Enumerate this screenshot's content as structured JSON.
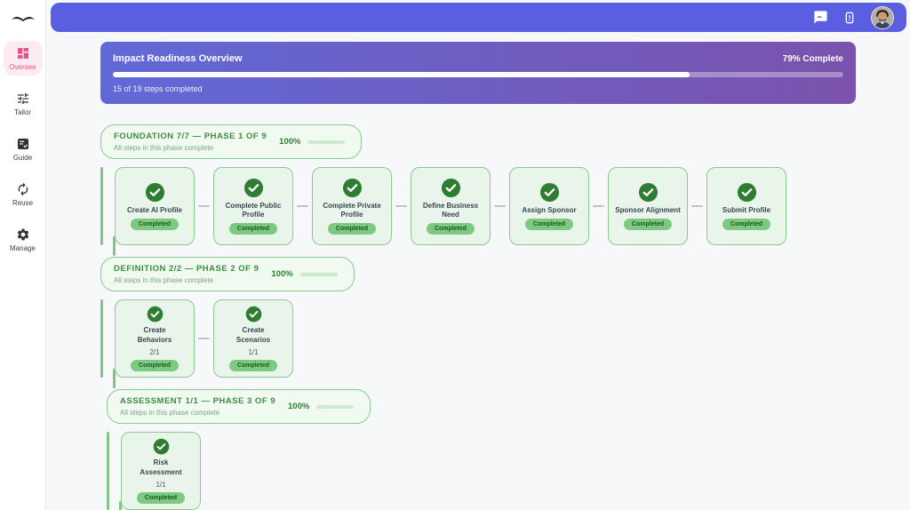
{
  "app": {
    "name": "bird-logo"
  },
  "colors": {
    "topbar_indigo": "#5a5fe1",
    "banner_gradient_left": "#6169d7",
    "banner_gradient_right": "#7b52ac",
    "active_pink": "#e8548a",
    "green_dark": "#2e7d32",
    "green_border": "#8cc98f",
    "card_bg": "#e9f5ea",
    "badge_bg": "#7dc982"
  },
  "sidebar": {
    "items": [
      {
        "label": "Oversee",
        "icon": "dashboard",
        "active": true
      },
      {
        "label": "Tailor",
        "icon": "tune",
        "active": false
      },
      {
        "label": "Guide",
        "icon": "guide",
        "active": false
      },
      {
        "label": "Reuse",
        "icon": "reuse",
        "active": false
      },
      {
        "label": "Manage",
        "icon": "gear",
        "active": false
      }
    ]
  },
  "topbar": {
    "icons": [
      "chat-icon",
      "alert-icon"
    ],
    "avatar": "user-avatar"
  },
  "overview": {
    "title": "Impact Readiness Overview",
    "percent": 79,
    "percent_label": "79% Complete",
    "steps_label": "15 of 19 steps completed"
  },
  "phases": [
    {
      "title": "FOUNDATION 7/7 — PHASE 1 OF 9",
      "subtitle": "All steps in this phase complete",
      "percent": 100,
      "percent_label": "100%",
      "steps": [
        {
          "title": "Create AI Profile",
          "status": "Completed"
        },
        {
          "title": "Complete Public Profile",
          "status": "Completed"
        },
        {
          "title": "Complete Private Profile",
          "status": "Completed"
        },
        {
          "title": "Define Business Need",
          "status": "Completed"
        },
        {
          "title": "Assign Sponsor",
          "status": "Completed"
        },
        {
          "title": "Sponsor Alignment",
          "status": "Completed"
        },
        {
          "title": "Submit Profile",
          "status": "Completed"
        }
      ]
    },
    {
      "title": "DEFINITION 2/2 — PHASE 2 OF 9",
      "subtitle": "All steps in this phase complete",
      "percent": 100,
      "percent_label": "100%",
      "steps": [
        {
          "title": "Create Behaviors",
          "count": "2/1",
          "status": "Completed"
        },
        {
          "title": "Create Scenarios",
          "count": "1/1",
          "status": "Completed"
        }
      ]
    },
    {
      "title": "ASSESSMENT 1/1 — PHASE 3 OF 9",
      "subtitle": "All steps in this phase complete",
      "percent": 100,
      "percent_label": "100%",
      "steps": [
        {
          "title": "Risk Assessment",
          "count": "1/1",
          "status": "Completed"
        }
      ]
    }
  ]
}
